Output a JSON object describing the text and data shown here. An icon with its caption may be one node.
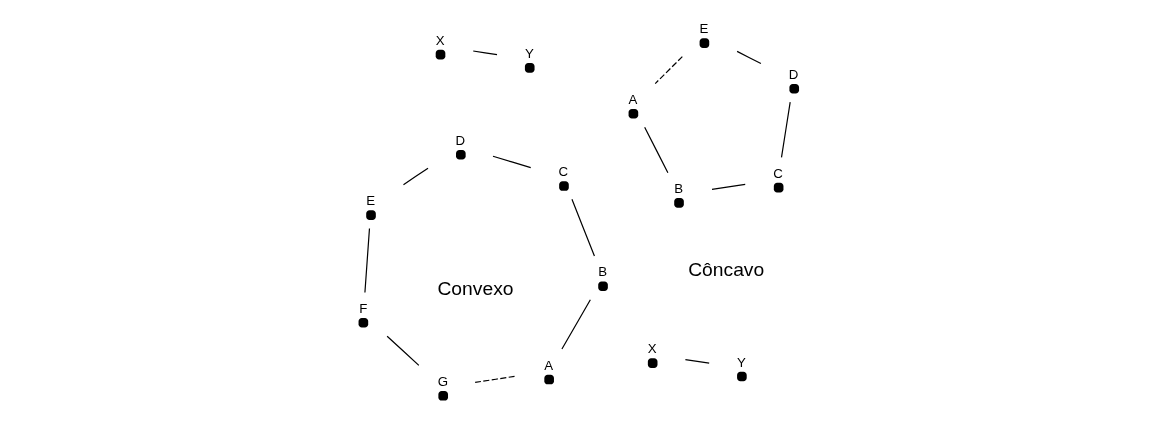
{
  "diagram": {
    "nodes": [
      {
        "text": [],
        "shape": "circle",
        "beside": [
          "A"
        ]
      },
      {
        "text": [],
        "shape": "circle",
        "beside": [
          "B"
        ]
      },
      {
        "text": [],
        "shape": "circle",
        "beside": [
          "X"
        ]
      },
      {
        "text": [],
        "shape": "circle",
        "beside": [
          "C"
        ]
      },
      {
        "text": [],
        "shape": "circle",
        "beside": [
          "E"
        ]
      },
      {
        "text": [],
        "shape": "circle",
        "beside": [
          "Y"
        ]
      },
      {
        "text": [],
        "shape": "circle",
        "beside": [
          "D"
        ]
      },
      {
        "text": [],
        "shape": "circle",
        "beside": [
          "A"
        ]
      },
      {
        "text": [],
        "shape": "circle",
        "beside": [
          "B"
        ]
      },
      {
        "text": [],
        "shape": "circle",
        "beside": [
          "G"
        ]
      },
      {
        "text": [],
        "shape": "circle",
        "beside": [
          "X"
        ]
      },
      {
        "text": [],
        "shape": "circle",
        "beside": [
          "E"
        ]
      },
      {
        "text": [],
        "shape": "circle",
        "beside": [
          "C"
        ]
      },
      {
        "text": [],
        "shape": "circle",
        "beside": [
          "Y"
        ]
      },
      {
        "text": [],
        "shape": "circle",
        "beside": [
          "F"
        ]
      },
      {
        "text": [],
        "shape": "circle",
        "beside": [
          "D"
        ]
      }
    ],
    "edges": [
      {
        "from": 0,
        "to": 1,
        "arrow": "none"
      },
      {
        "from": 1,
        "to": 3,
        "arrow": "none"
      },
      {
        "from": 3,
        "to": 6,
        "arrow": "none"
      },
      {
        "from": 6,
        "to": 4,
        "arrow": "none"
      },
      {
        "from": 4,
        "to": 0,
        "arrow": "none",
        "style": "dashed"
      },
      {
        "from": 2,
        "to": 5,
        "arrow": "none"
      },
      {
        "from": 7,
        "to": 8,
        "arrow": "none"
      },
      {
        "from": 8,
        "to": 12,
        "arrow": "none"
      },
      {
        "from": 12,
        "to": 15,
        "arrow": "none"
      },
      {
        "from": 15,
        "to": 11,
        "arrow": "none"
      },
      {
        "from": 11,
        "to": 14,
        "arrow": "none"
      },
      {
        "from": 14,
        "to": 9,
        "arrow": "none"
      },
      {
        "from": 9,
        "to": 7,
        "arrow": "none",
        "style": "dashed"
      },
      {
        "from": 10,
        "to": 13,
        "arrow": "none"
      }
    ],
    "labels": [
      "Convexo",
      "Côncavo"
    ]
  }
}
